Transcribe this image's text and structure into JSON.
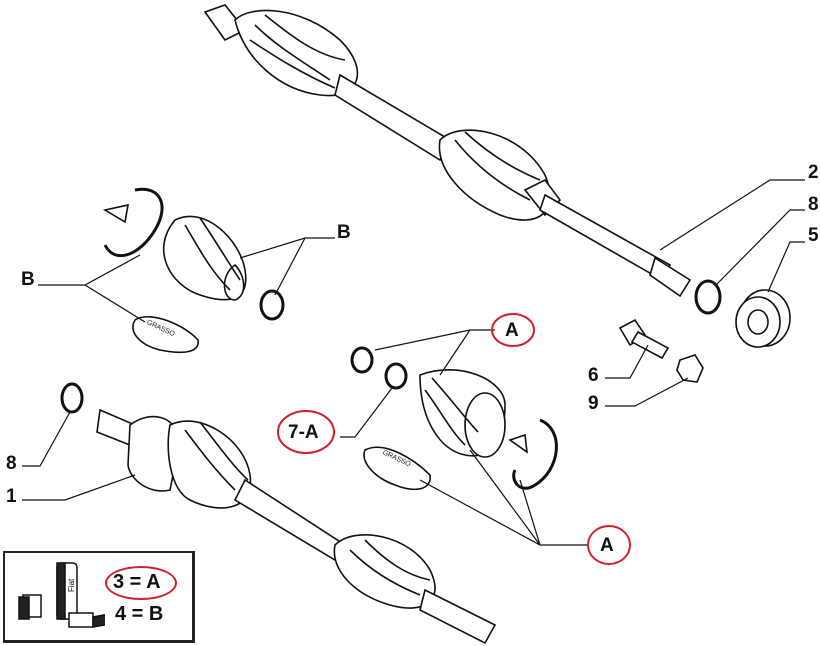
{
  "callouts": {
    "shaft_right": "2",
    "ring_right": "8",
    "bearing": "5",
    "boot_kit_outer_top": "B",
    "boot_kit_outer_left": "B",
    "boot_kit_inner_top": "A",
    "snap_ring": "7-A",
    "bolt": "6",
    "nut": "9",
    "ring_left": "8",
    "shaft_left": "1",
    "boot_kit_inner_bottom": "A"
  },
  "grease_label": "GRASSO",
  "legend": {
    "line1": "3 = A",
    "line2": "4 = B",
    "product_text": "Fiat"
  },
  "colors": {
    "highlight": "#d0202a",
    "ink": "#111111"
  }
}
